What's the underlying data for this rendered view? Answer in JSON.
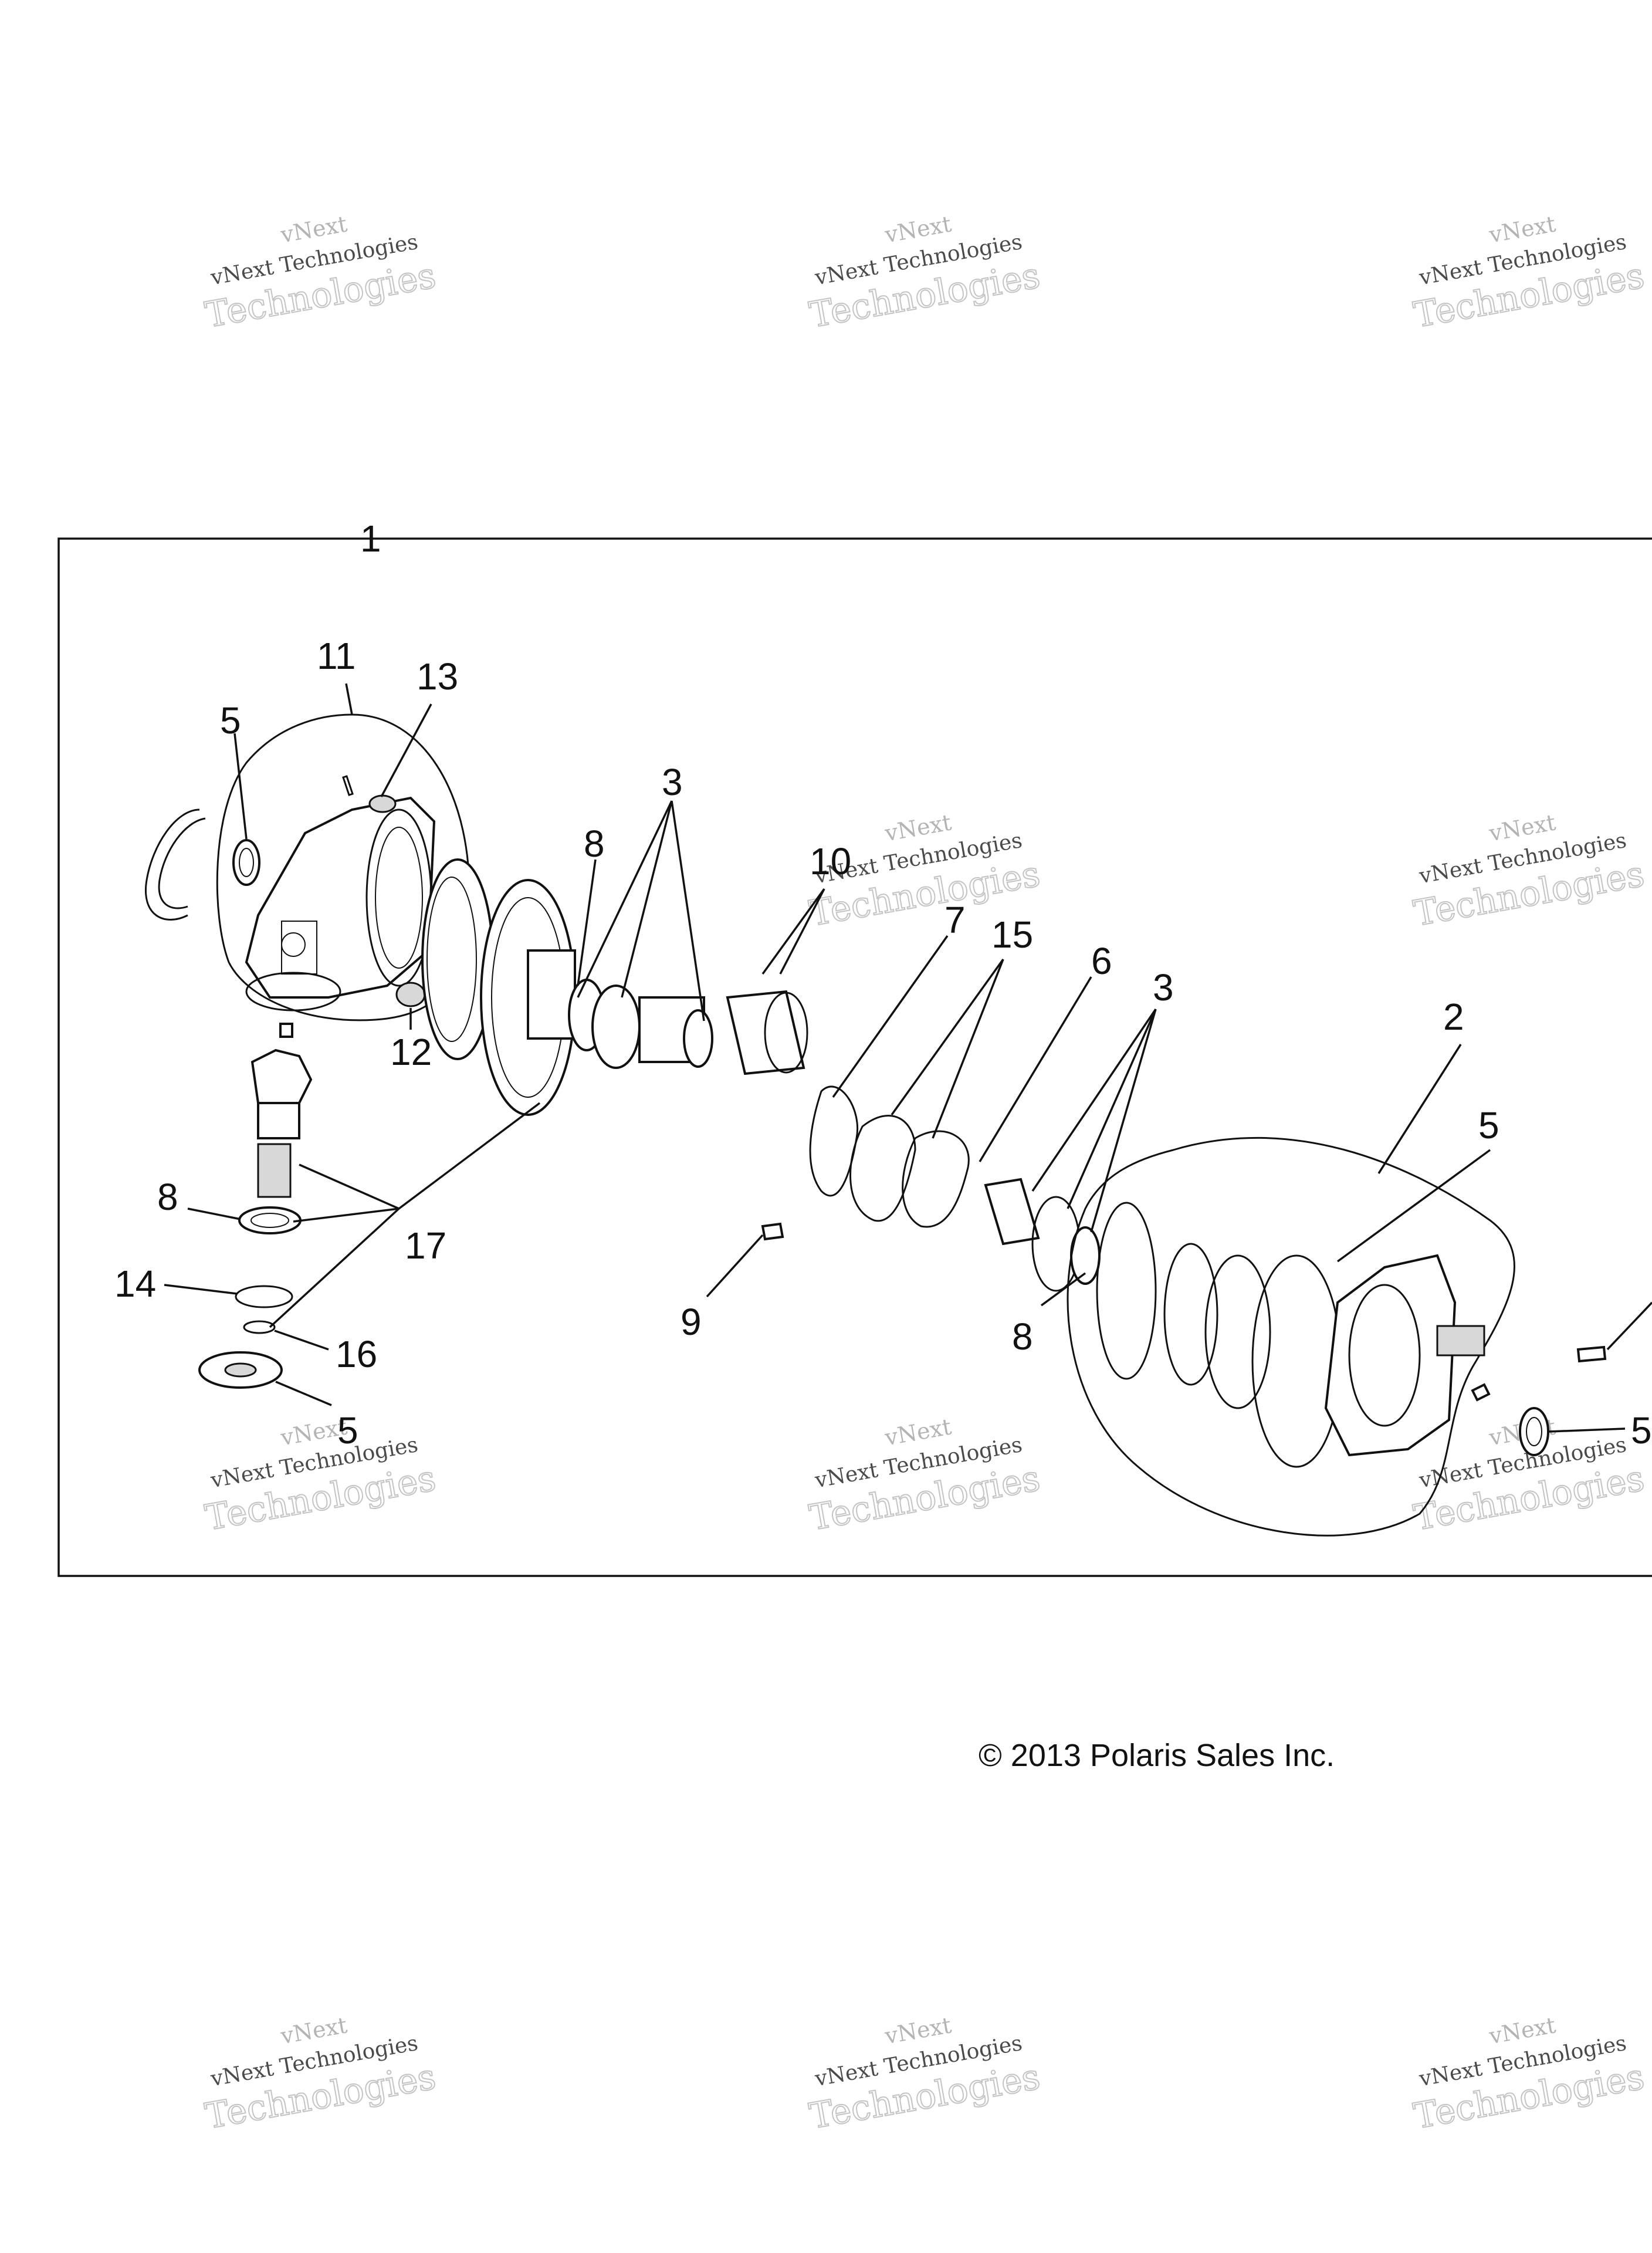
{
  "diagram": {
    "callouts": [
      "1",
      "11",
      "13",
      "5",
      "3",
      "8",
      "10",
      "7",
      "15",
      "6",
      "3",
      "2",
      "5",
      "12",
      "8",
      "17",
      "14",
      "16",
      "5",
      "9",
      "8",
      "5"
    ],
    "copyright": "© 2013 Polaris Sales Inc.",
    "watermark": {
      "line1": "vNext",
      "line2": "vNext Technologies",
      "line3": "Technologies"
    },
    "colors": {
      "ink": "#111111",
      "paper": "#ffffff",
      "watermark": "#b4b4b4"
    }
  }
}
